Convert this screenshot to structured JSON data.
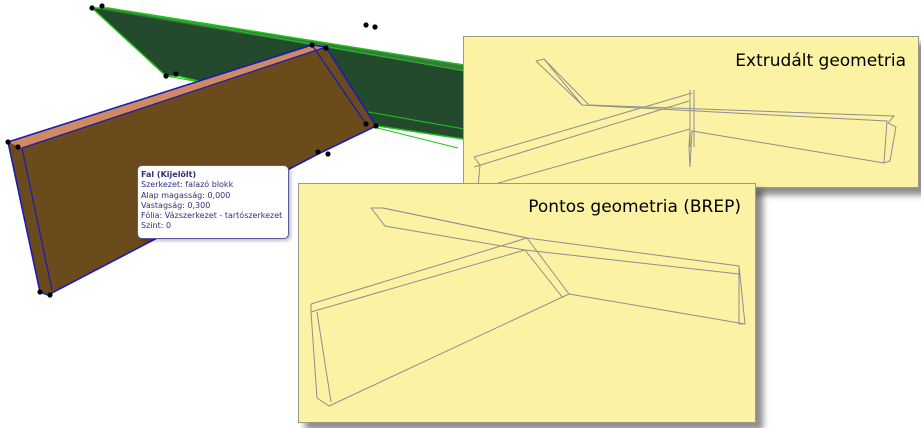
{
  "viewport": {
    "colors": {
      "selected_wall_fill": "#6b4a1c",
      "selected_wall_top": "#d08a5f",
      "selection_outline": "#1a1ab8",
      "other_wall_fill": "#234a2c",
      "other_wall_outline": "#22c01f",
      "panel_background": "#fbf2a3"
    }
  },
  "tooltip": {
    "title": "Fal (Kijelölt)",
    "lines": [
      "Szerkezet: falazó blokk",
      "Alap magasság: 0,000",
      "Vastagság: 0,300",
      "Fólia: Vázszerkezet - tartószerkezet",
      "Szint: 0"
    ]
  },
  "panels": {
    "extruded": {
      "title": "Extrudált geometria"
    },
    "brep": {
      "title": "Pontos geometria (BREP)"
    }
  }
}
